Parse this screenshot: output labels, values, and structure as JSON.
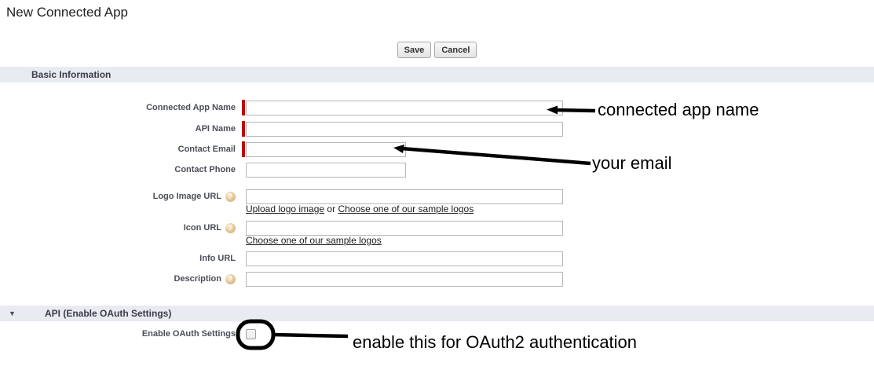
{
  "page_title": "New Connected App",
  "buttons": {
    "save": "Save",
    "cancel": "Cancel"
  },
  "sections": [
    {
      "title": "Basic Information"
    },
    {
      "title": "API (Enable OAuth Settings)"
    }
  ],
  "icons": {
    "collapse": "▼",
    "help": "?"
  },
  "fields": [
    {
      "label": "Connected App Name",
      "required": true,
      "value": ""
    },
    {
      "label": "API Name",
      "required": true,
      "value": ""
    },
    {
      "label": "Contact Email",
      "required": true,
      "value": ""
    },
    {
      "label": "Contact Phone",
      "required": false,
      "value": ""
    },
    {
      "label": "Logo Image URL",
      "required": false,
      "has_help": true,
      "value": "",
      "links": [
        "Upload logo image",
        "Choose one of our sample logos"
      ],
      "links_separator": "or"
    },
    {
      "label": "Icon URL",
      "required": false,
      "has_help": true,
      "value": "",
      "links": [
        "Choose one of our sample logos"
      ]
    },
    {
      "label": "Info URL",
      "required": false,
      "value": ""
    },
    {
      "label": "Description",
      "required": false,
      "has_help": true,
      "value": ""
    }
  ],
  "oauth": {
    "label": "Enable OAuth Settings",
    "checked": false
  },
  "annotations": [
    {
      "text": "connected app name"
    },
    {
      "text": "your email"
    },
    {
      "text": "enable this for OAuth2 authentication"
    }
  ],
  "colors": {
    "required_indicator": "#c00000",
    "section_bar_bg": "#e8ebf2",
    "annotation": "#000000"
  }
}
